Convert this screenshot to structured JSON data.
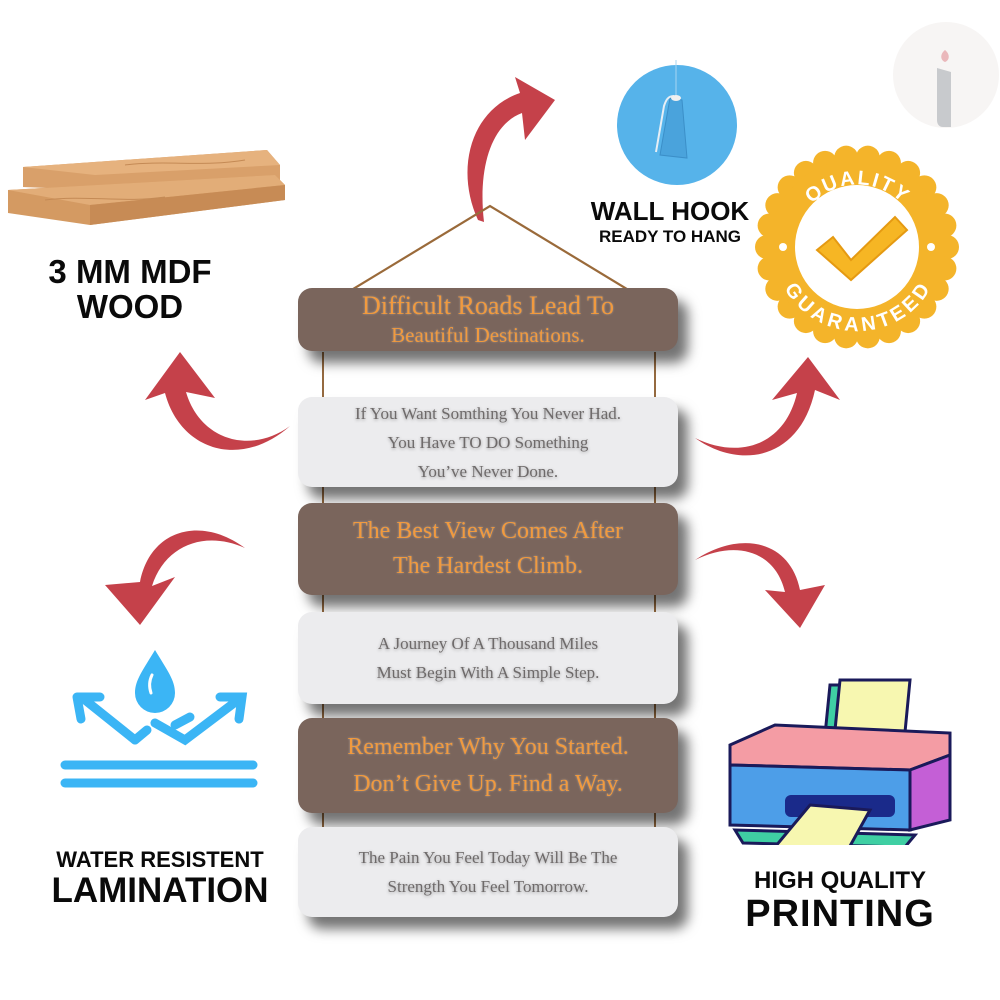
{
  "features": {
    "mdf": {
      "line1": "3 MM MDF",
      "line2": "WOOD",
      "icon": "wood-planks-icon"
    },
    "hook": {
      "line1": "WALL HOOK",
      "line2": "READY TO HANG",
      "icon": "wall-hook-icon"
    },
    "quality": {
      "top_text": "QUALITY",
      "bottom_text": "GUARANTEED",
      "icon": "quality-badge-icon"
    },
    "water": {
      "line1": "WATER RESISTENT",
      "line2": "LAMINATION",
      "icon": "water-resistant-icon"
    },
    "printing": {
      "line1": "HIGH QUALITY",
      "line2": "PRINTING",
      "icon": "printer-icon"
    }
  },
  "boards": [
    {
      "style": "dark",
      "lines": [
        "Difficult Roads Lead To",
        "Beautiful Destinations."
      ]
    },
    {
      "style": "light",
      "lines": [
        "If You Want Somthing You Never Had.",
        "You Have TO DO Something",
        "You’ve Never Done."
      ]
    },
    {
      "style": "dark",
      "lines": [
        "The Best View Comes After",
        "The Hardest Climb."
      ]
    },
    {
      "style": "light",
      "lines": [
        "A Journey Of A Thousand Miles",
        "Must Begin With A Simple Step."
      ]
    },
    {
      "style": "dark",
      "lines": [
        "Remember Why You Started.",
        "Don’t Give Up. Find a Way."
      ]
    },
    {
      "style": "light",
      "lines": [
        "The Pain You Feel Today Will Be The",
        "Strength You Feel Tomorrow."
      ]
    }
  ],
  "colors": {
    "arrow": "#c5414a",
    "board_dark": "#7a655c",
    "board_light": "#ececee",
    "text_orange": "#f19a3e",
    "text_grey": "#6e6a6a",
    "water_blue": "#3bb5f5",
    "badge_gold": "#f5b82a"
  },
  "watermark": {
    "icon": "info-logo-icon"
  }
}
